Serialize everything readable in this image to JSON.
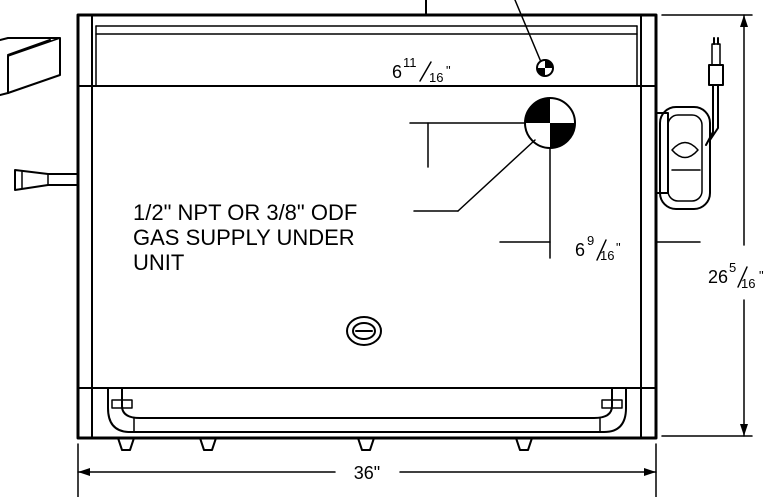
{
  "gas_note": {
    "line1": "1/2\" NPT OR 3/8\" ODF",
    "line2": "GAS SUPPLY UNDER",
    "line3": "UNIT"
  },
  "dimensions": {
    "top_offset": {
      "whole": "6",
      "num": "11",
      "den": "16",
      "unit": "\""
    },
    "side_offset": {
      "whole": "6",
      "num": "9",
      "den": "16",
      "unit": "\""
    },
    "depth": {
      "whole": "26",
      "num": "5",
      "den": "16",
      "unit": "\""
    },
    "width": "36\""
  }
}
